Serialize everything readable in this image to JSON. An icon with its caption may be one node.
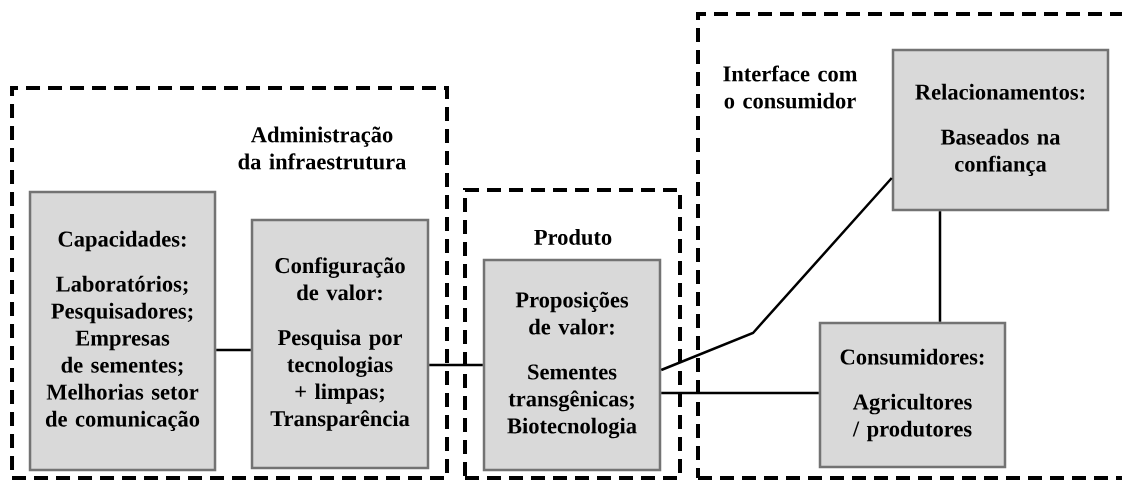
{
  "diagram": {
    "nodes": [
      {
        "text": [
          "Administração da infraestrutura"
        ]
      },
      {
        "text": [
          "Capacidades:",
          "Laboratórios; Pesquisadores; Empresas de sementes; Melhorias setor de comunicação"
        ],
        "in": 0
      },
      {
        "text": [
          "Configuração de valor:",
          "Pesquisa por tecnologias + limpas; Transparência"
        ],
        "in": 0
      },
      {
        "text": [
          "Produto"
        ]
      },
      {
        "text": [
          "Proposições de valor:",
          "Sementes transgênicas; Biotecnologia"
        ],
        "in": 3
      },
      {
        "text": [
          "Interface com o consumidor"
        ]
      },
      {
        "text": [
          "Relacionamentos:",
          "Baseados na confiança"
        ],
        "in": 5
      },
      {
        "text": [
          "Consumidores:",
          "Agricultores / produtores"
        ],
        "in": 5
      }
    ],
    "edges": [
      {
        "from": 1,
        "to": 2,
        "arrow": "none"
      },
      {
        "from": 2,
        "to": 4,
        "arrow": "none"
      },
      {
        "from": 4,
        "to": 6,
        "arrow": "none"
      },
      {
        "from": 4,
        "to": 7,
        "arrow": "none"
      },
      {
        "from": 6,
        "to": 7,
        "arrow": "none"
      }
    ]
  }
}
